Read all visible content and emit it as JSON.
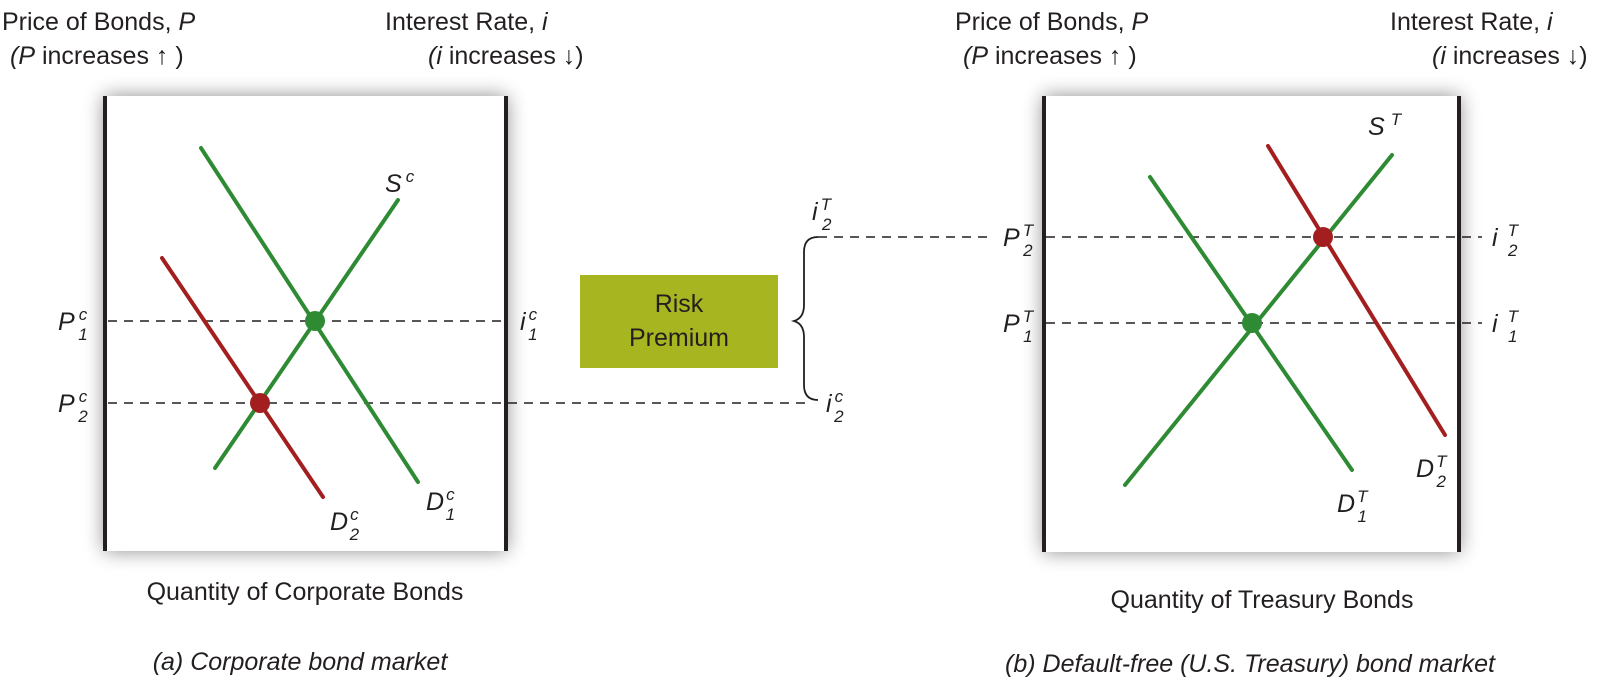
{
  "colors": {
    "supply_demand": "#2e8b34",
    "shifted_demand": "#a31f1f",
    "risk_box": "#a7b521"
  },
  "panel_a": {
    "y_axis_title": "Price of Bonds, ",
    "y_axis_var": "P",
    "y_axis_note_var": "P",
    "y_axis_note": " increases ↑ ",
    "y2_axis_title": "Interest Rate, ",
    "y2_axis_var": "i",
    "y2_axis_note_var": "i",
    "y2_axis_note": " increases ↓",
    "x_axis_title": "Quantity of Corporate Bonds",
    "caption": "(a) Corporate bond market",
    "supply": {
      "base": "S",
      "sup": "c"
    },
    "demand1": {
      "base": "D",
      "sup": "c",
      "sub": "1"
    },
    "demand2": {
      "base": "D",
      "sup": "c",
      "sub": "2"
    },
    "p1": {
      "base": "P",
      "sup": "c",
      "sub": "1"
    },
    "p2": {
      "base": "P",
      "sup": "c",
      "sub": "2"
    },
    "i1": {
      "base": "i",
      "sup": "c",
      "sub": "1"
    }
  },
  "middle": {
    "risk_premium_line1": "Risk",
    "risk_premium_line2": "Premium",
    "i2T": {
      "base": "i",
      "sup": "T",
      "sub": "2"
    },
    "i2c": {
      "base": "i",
      "sup": "c",
      "sub": "2"
    }
  },
  "panel_b": {
    "y_axis_title": "Price of Bonds, ",
    "y_axis_var": "P",
    "y_axis_note_var": "P",
    "y_axis_note": " increases ↑ ",
    "y2_axis_title": "Interest Rate, ",
    "y2_axis_var": "i",
    "y2_axis_note_var": "i",
    "y2_axis_note": " increases ↓",
    "x_axis_title": "Quantity of Treasury Bonds",
    "caption": "(b) Default-free (U.S. Treasury) bond market",
    "supply": {
      "base": "S",
      "sup": "T"
    },
    "demand1": {
      "base": "D",
      "sup": "T",
      "sub": "1"
    },
    "demand2": {
      "base": "D",
      "sup": "T",
      "sub": "2"
    },
    "p1": {
      "base": "P",
      "sup": "T",
      "sub": "1"
    },
    "p2": {
      "base": "P",
      "sup": "T",
      "sub": "2"
    },
    "i1": {
      "base": "i",
      "sup": "T",
      "sub": "1"
    },
    "i2": {
      "base": "i",
      "sup": "T",
      "sub": "2"
    }
  }
}
